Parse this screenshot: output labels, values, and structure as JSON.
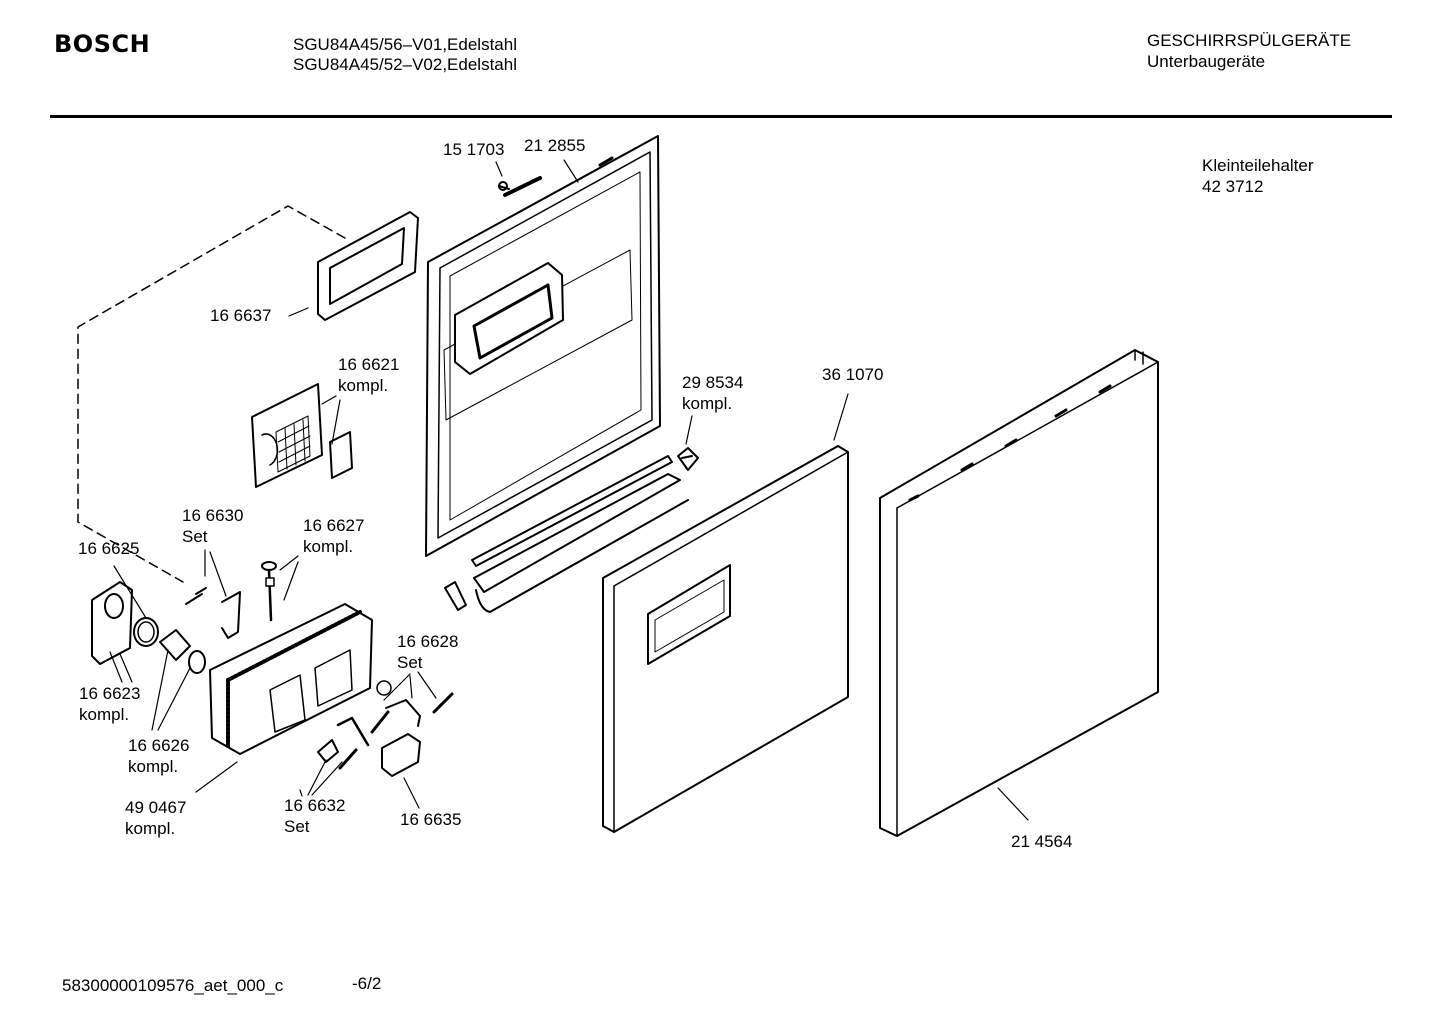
{
  "header": {
    "brand": "BOSCH",
    "model_line_1": "SGU84A45/56–V01,Edelstahl",
    "model_line_2": "SGU84A45/52–V02,Edelstahl",
    "category_line_1": "GESCHIRRSPÜLGERÄTE",
    "category_line_2": "Unterbaugeräte"
  },
  "note": {
    "line_1": "Kleinteilehalter",
    "line_2": "42 3712"
  },
  "parts": [
    {
      "number": "15 1703",
      "suffix": ""
    },
    {
      "number": "21 2855",
      "suffix": ""
    },
    {
      "number": "16 6637",
      "suffix": ""
    },
    {
      "number": "16 6621",
      "suffix": "kompl."
    },
    {
      "number": "29 8534",
      "suffix": "kompl."
    },
    {
      "number": "36 1070",
      "suffix": ""
    },
    {
      "number": "16 6630",
      "suffix": "Set"
    },
    {
      "number": "16 6627",
      "suffix": "kompl."
    },
    {
      "number": "16 6625",
      "suffix": ""
    },
    {
      "number": "16 6628",
      "suffix": "Set"
    },
    {
      "number": "16 6623",
      "suffix": "kompl."
    },
    {
      "number": "16 6626",
      "suffix": "kompl."
    },
    {
      "number": "49 0467",
      "suffix": "kompl."
    },
    {
      "number": "16 6632",
      "suffix": "Set"
    },
    {
      "number": "16 6635",
      "suffix": ""
    },
    {
      "number": "21 4564",
      "suffix": ""
    }
  ],
  "footer": {
    "doc_id": "58300000109576_aet_000_c",
    "page": "-6/2"
  }
}
